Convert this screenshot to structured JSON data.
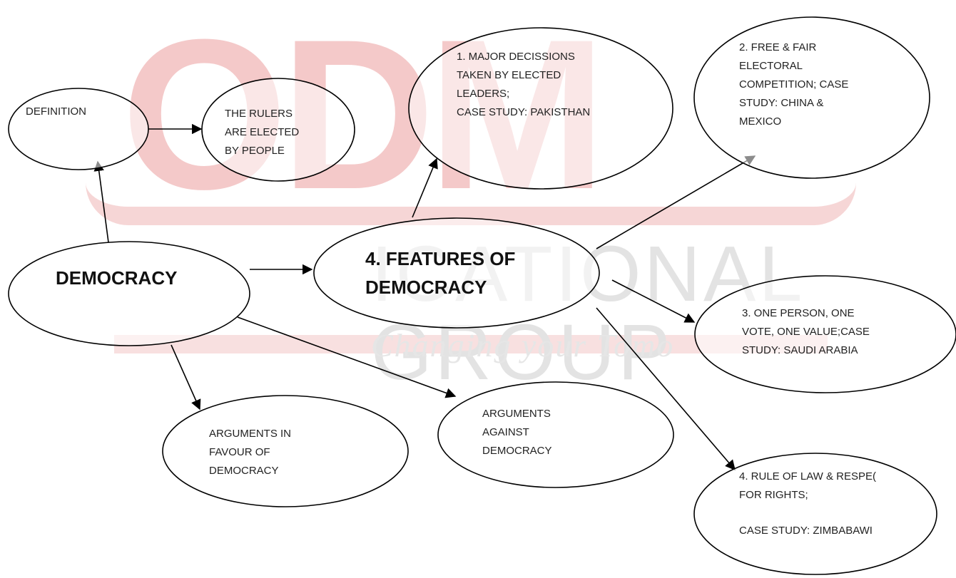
{
  "watermark": {
    "letters": "ODM",
    "group_text": "ICATIONAL GROUP",
    "tagline": "Changing your Tomo"
  },
  "nodes": {
    "democracy": "DEMOCRACY",
    "definition": "DEFINITION",
    "rulers_elected": "THE RULERS\nARE ELECTED\nBY PEOPLE",
    "features": "4. FEATURES OF\nDEMOCRACY",
    "feature_1": "1. MAJOR DECISSIONS\nTAKEN BY ELECTED\nLEADERS;\nCASE STUDY: PAKISTHAN",
    "feature_2": "2. FREE & FAIR\nELECTORAL\nCOMPETITION; CASE\nSTUDY: CHINA &\nMEXICO",
    "feature_3": "3. ONE PERSON,  ONE\nVOTE, ONE VALUE;CASE\nSTUDY: SAUDI ARABIA",
    "feature_4_line1": "4. RULE OF LAW & RESPE(\nFOR RIGHTS;",
    "feature_4_line2": "CASE STUDY: ZIMBABAWI",
    "arguments_for": "ARGUMENTS IN\nFAVOUR OF\nDEMOCRACY",
    "arguments_against": "ARGUMENTS\nAGAINST\nDEMOCRACY"
  },
  "colors": {
    "stroke": "#000000",
    "watermark_red": "#f4c9c9",
    "watermark_gray": "#e3e3e3"
  }
}
